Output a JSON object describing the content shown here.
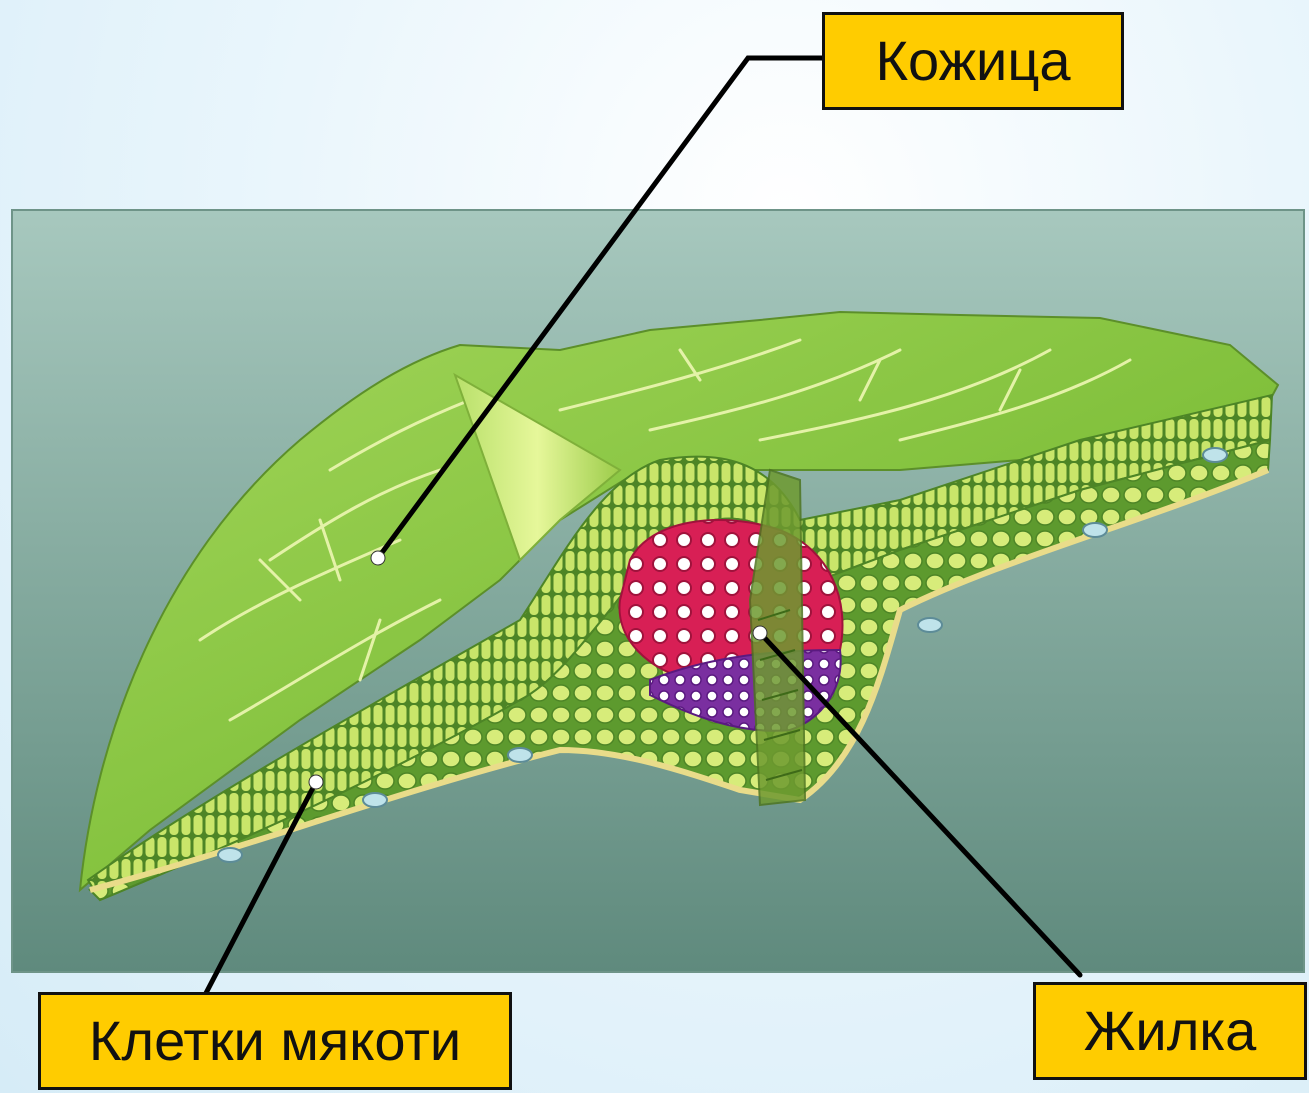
{
  "labels": {
    "skin": "Кожица",
    "pulp_cells": "Клетки мякоти",
    "vein": "Жилка"
  },
  "colors": {
    "label_fill": "#ffcc00",
    "leaf_green": "#8cc63f",
    "xylem_red": "#e0245e",
    "phloem_purple": "#8a3fb0",
    "panel": "#7fa89a"
  }
}
